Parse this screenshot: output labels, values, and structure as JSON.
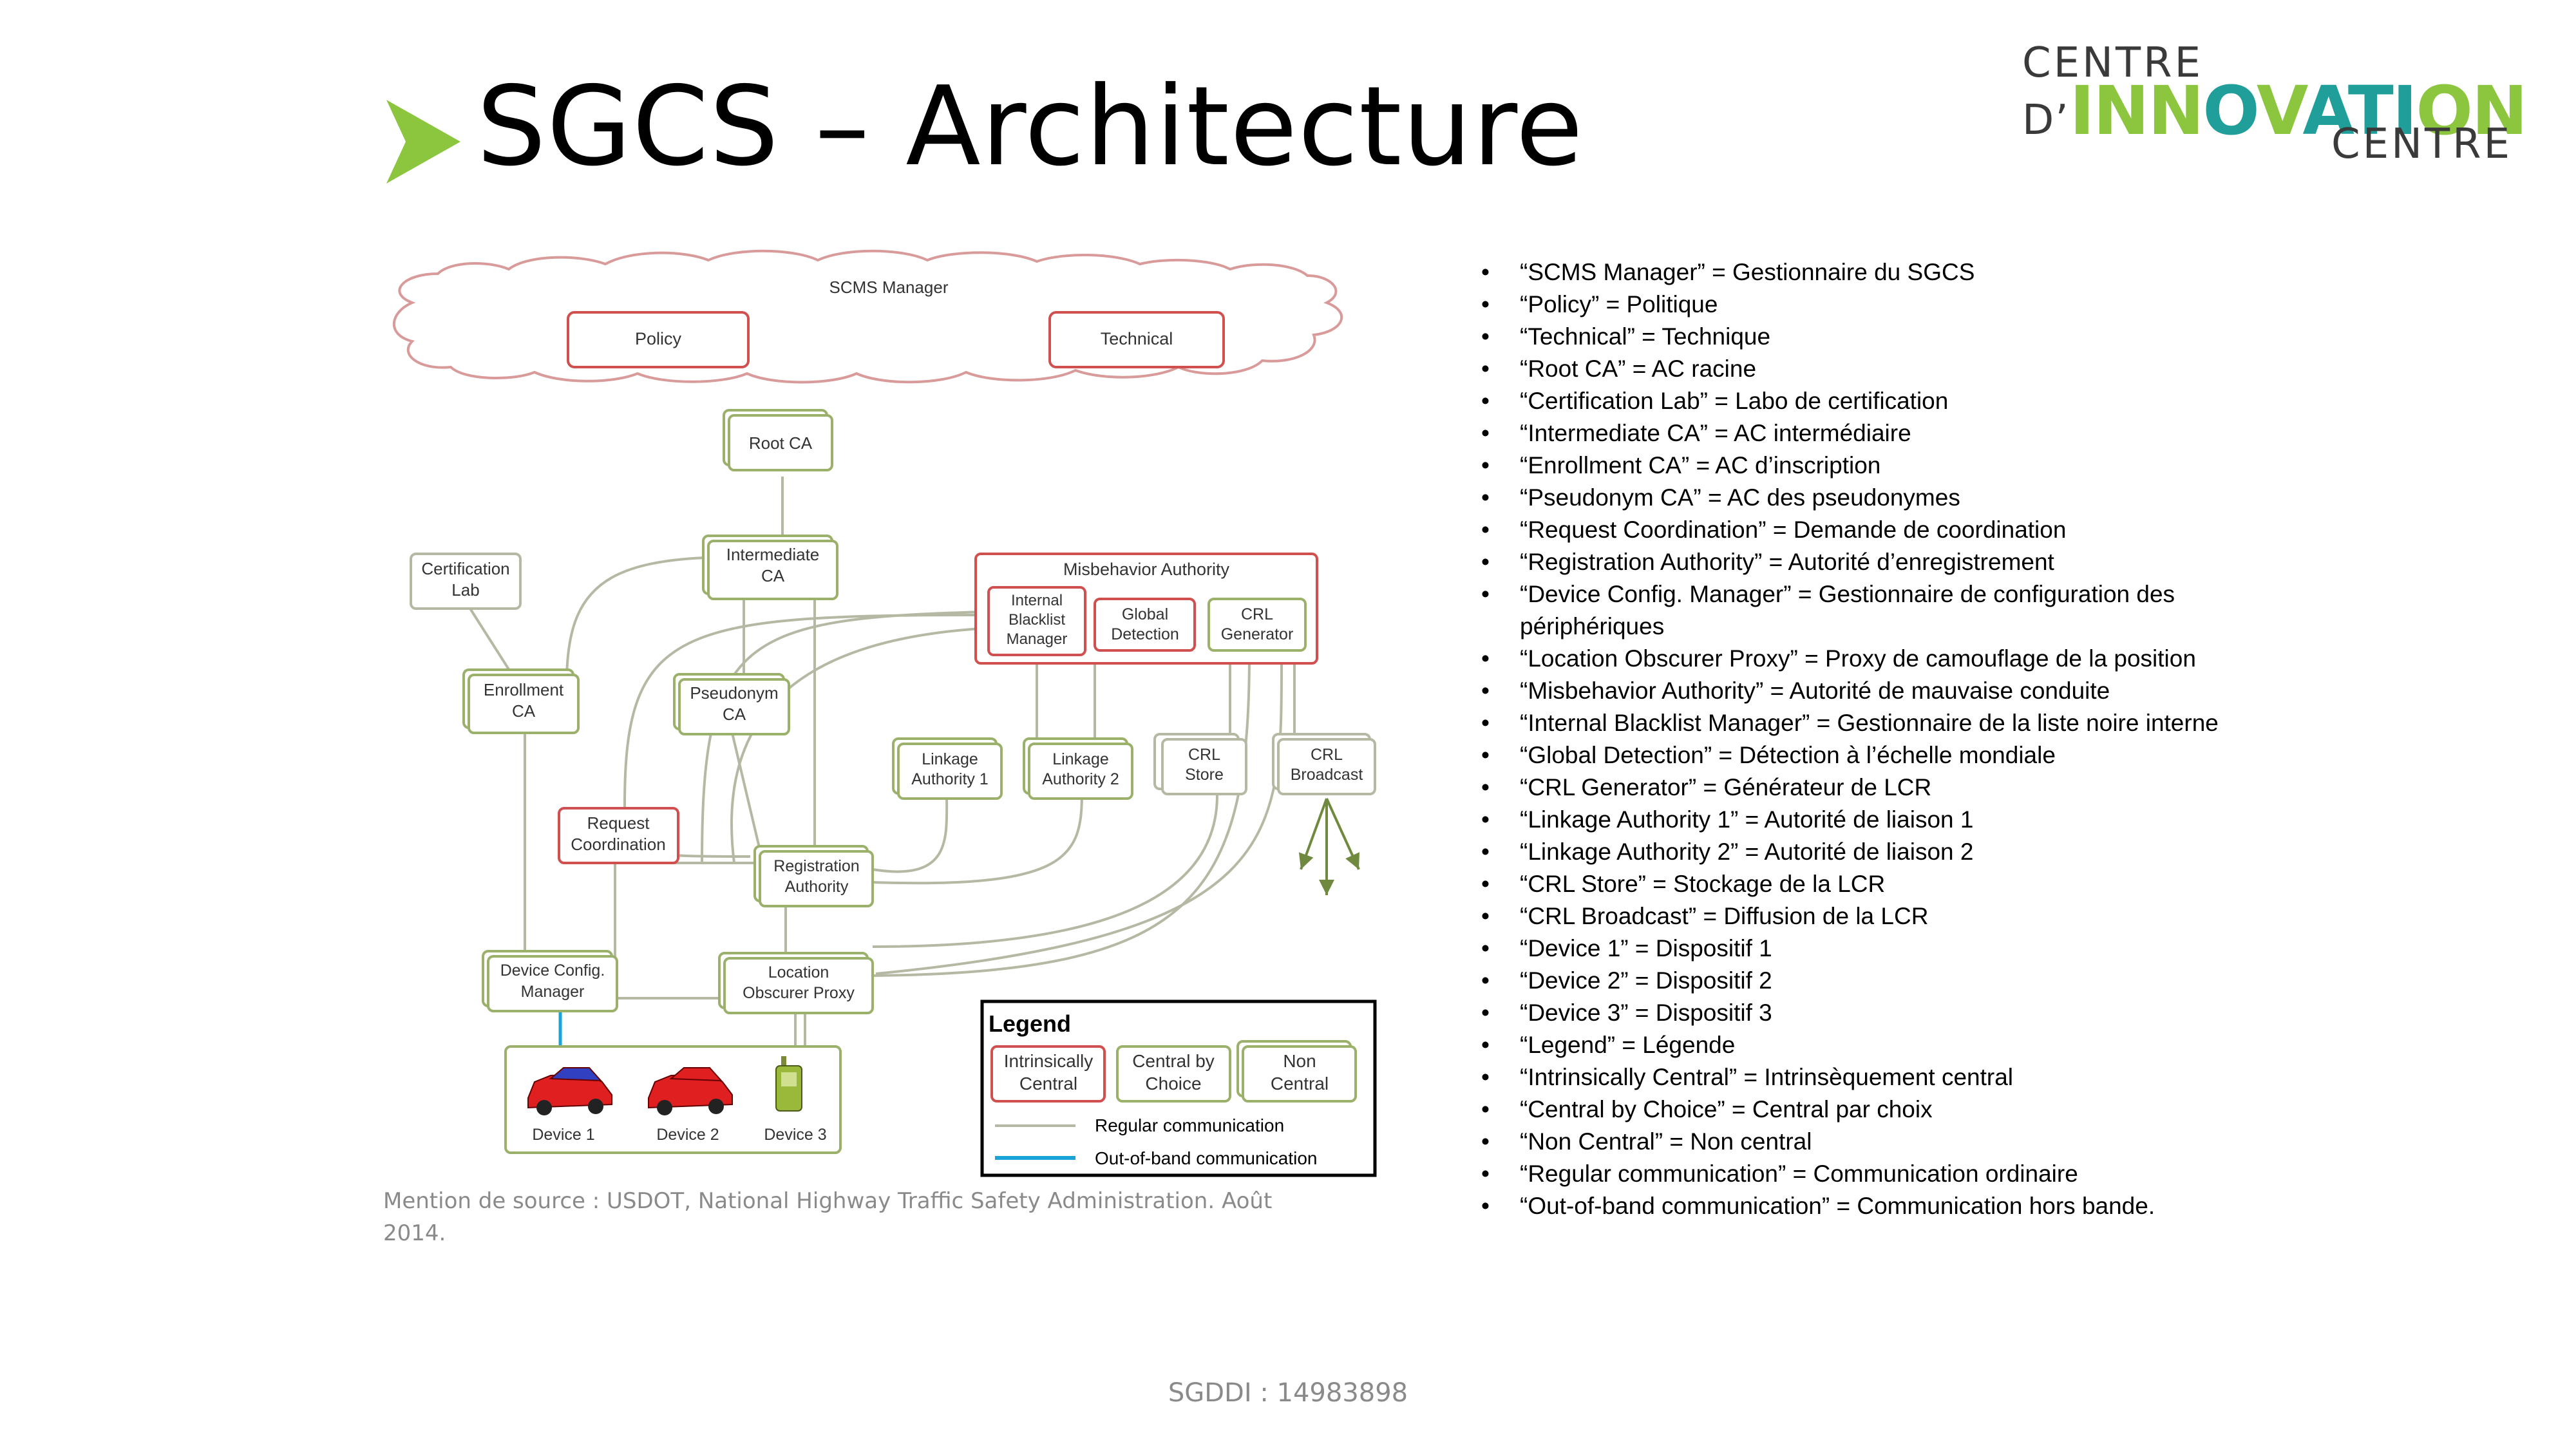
{
  "title": "SGCS – Architecture",
  "logo": {
    "line1": "CENTRE",
    "line2_prefix": "D’",
    "line2_green": "INN",
    "line2_blue1": "O",
    "line2_green2": "V",
    "line2_blue2": "ATI",
    "line2_green3": "ON",
    "line3": "CENTRE"
  },
  "diagram": {
    "manager": "SCMS Manager",
    "policy": "Policy",
    "technical": "Technical",
    "root_ca": "Root CA",
    "cert_lab_1": "Certification",
    "cert_lab_2": "Lab",
    "intermediate_1": "Intermediate",
    "intermediate_2": "CA",
    "misbehavior": "Misbehavior Authority",
    "blacklist_1": "Internal",
    "blacklist_2": "Blacklist",
    "blacklist_3": "Manager",
    "global_1": "Global",
    "global_2": "Detection",
    "crlgen_1": "CRL",
    "crlgen_2": "Generator",
    "enrollment_1": "Enrollment",
    "enrollment_2": "CA",
    "pseudonym_1": "Pseudonym",
    "pseudonym_2": "CA",
    "linkage1_1": "Linkage",
    "linkage1_2": "Authority 1",
    "linkage2_1": "Linkage",
    "linkage2_2": "Authority 2",
    "crlstore_1": "CRL",
    "crlstore_2": "Store",
    "crlbroad_1": "CRL",
    "crlbroad_2": "Broadcast",
    "request_1": "Request",
    "request_2": "Coordination",
    "registration_1": "Registration",
    "registration_2": "Authority",
    "devconfig_1": "Device Config.",
    "devconfig_2": "Manager",
    "location_1": "Location",
    "location_2": "Obscurer Proxy",
    "device1": "Device 1",
    "device2": "Device 2",
    "device3": "Device 3",
    "legend_title": "Legend",
    "legend_intrinsic_1": "Intrinsically",
    "legend_intrinsic_2": "Central",
    "legend_choice_1": "Central by",
    "legend_choice_2": "Choice",
    "legend_non_1": "Non",
    "legend_non_2": "Central",
    "legend_regular": "Regular communication",
    "legend_oob": "Out-of-band communication"
  },
  "glossary": [
    "“SCMS Manager” = Gestionnaire du SGCS",
    "“Policy” = Politique",
    "“Technical” = Technique",
    "“Root CA” = AC racine",
    "“Certification Lab” = Labo de certification",
    "“Intermediate CA” = AC intermédiaire",
    "“Enrollment CA” = AC d’inscription",
    "“Pseudonym CA” = AC des pseudonymes",
    "“Request Coordination” = Demande de coordination",
    "“Registration Authority” = Autorité d’enregistrement",
    "“Device Config. Manager” = Gestionnaire de configuration des périphériques",
    "“Location Obscurer Proxy” = Proxy de camouflage de la position",
    "“Misbehavior Authority” = Autorité de mauvaise conduite",
    "“Internal Blacklist Manager” = Gestionnaire de la liste noire interne",
    "“Global Detection” = Détection à l’échelle mondiale",
    "“CRL Generator” = Générateur de LCR",
    "“Linkage Authority 1” = Autorité de liaison 1",
    "“Linkage Authority 2” = Autorité de liaison 2",
    "“CRL Store” = Stockage de la LCR",
    "“CRL Broadcast” = Diffusion de la LCR",
    "“Device 1” = Dispositif 1",
    "“Device 2” = Dispositif 2",
    "“Device 3” = Dispositif 3",
    "“Legend” = Légende",
    "“Intrinsically Central” = Intrinsèquement central",
    "“Central by Choice” = Central par choix",
    "“Non Central” = Non central",
    "“Regular communication” = Communication ordinaire",
    "“Out-of-band communication” = Communication hors bande."
  ],
  "source_note": "Mention de source : USDOT, National Highway Traffic Safety Administration. Août 2014.",
  "footer_id": "SGDDI : 14983898",
  "colors": {
    "accent_green": "#8cc63f",
    "logo_blue": "#1f9e9a",
    "intrinsic_border": "#d05050",
    "central_border": "#9bb06a",
    "oob_line": "#1aa3d9"
  }
}
